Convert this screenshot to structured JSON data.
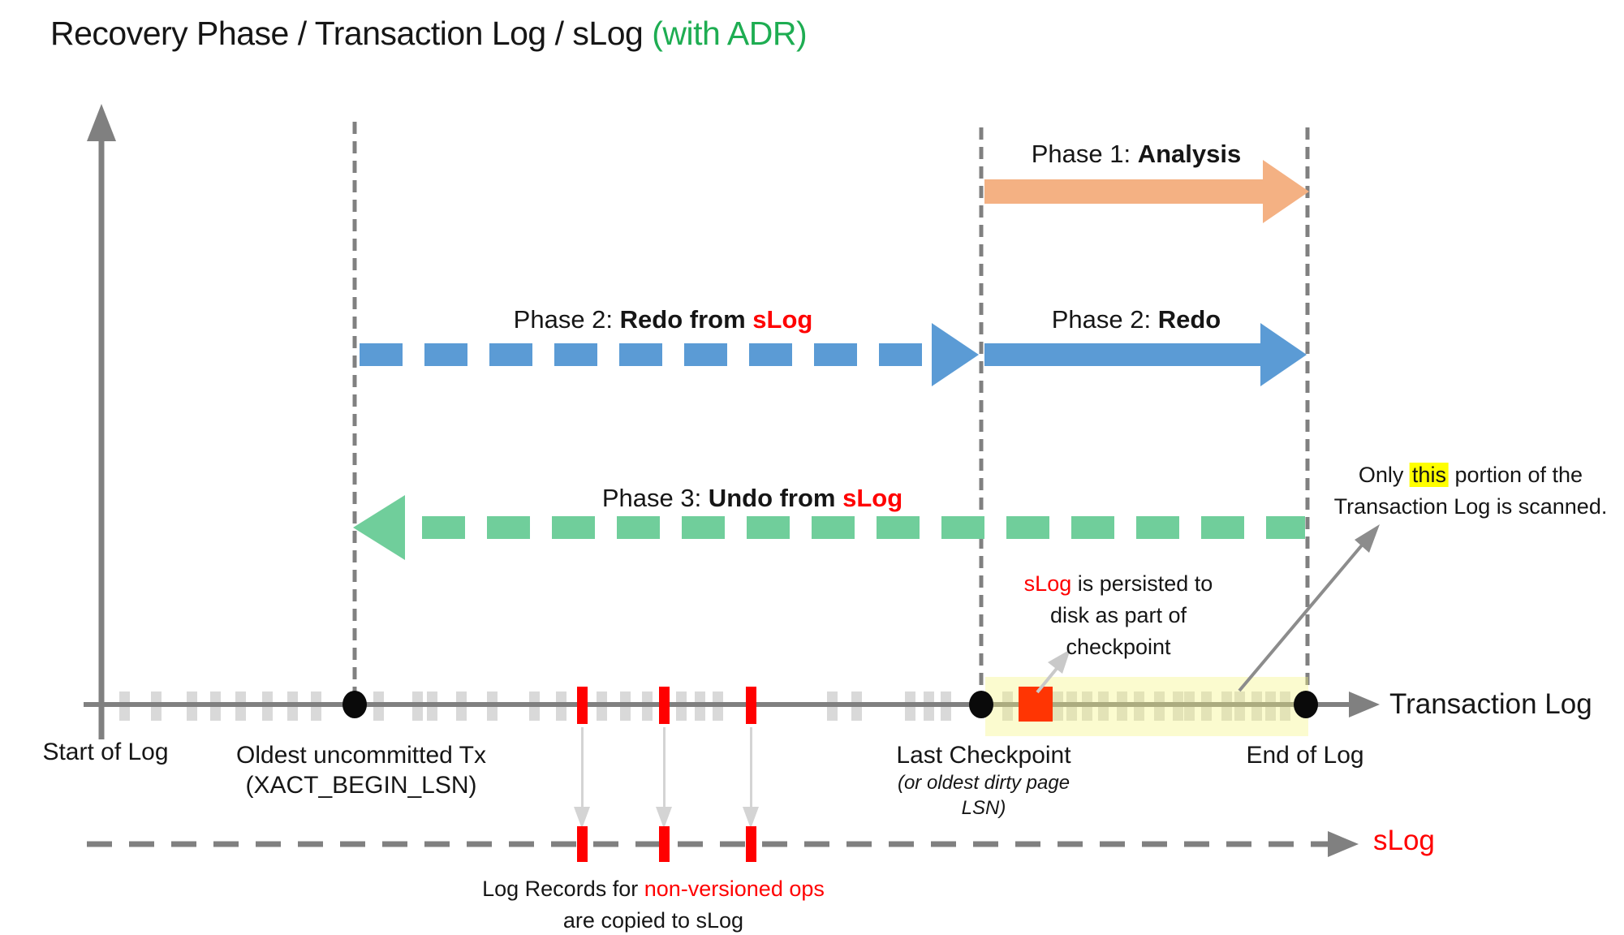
{
  "title": {
    "main": "Recovery Phase / Transaction Log / sLog ",
    "suffix": "(with ADR)"
  },
  "phases": {
    "p1": {
      "prefix": "Phase 1: ",
      "bold": "Analysis"
    },
    "p2_slog": {
      "prefix": "Phase 2: ",
      "bold": "Redo from ",
      "red": "sLog"
    },
    "p2": {
      "prefix": "Phase 2: ",
      "bold": "Redo"
    },
    "p3": {
      "prefix": "Phase 3: ",
      "bold": "Undo from ",
      "red": "sLog"
    }
  },
  "annotations": {
    "scan": {
      "pre": "Only ",
      "highlight": "this",
      "post": " portion of the",
      "line2": "Transaction Log is scanned."
    },
    "persist": {
      "red": "sLog",
      "line1_rest": " is persisted to",
      "line2": "disk as part of",
      "line3": "checkpoint"
    },
    "copy": {
      "line1_pre": "Log Records for ",
      "line1_red": "non-versioned ops",
      "line2": "are copied to sLog"
    }
  },
  "timeline": {
    "start_label": "Start of Log",
    "oldest_tx_label": "Oldest uncommitted Tx",
    "oldest_tx_sub": "(XACT_BEGIN_LSN)",
    "checkpoint_label": "Last Checkpoint",
    "checkpoint_sub1": "(or oldest dirty page",
    "checkpoint_sub2": "LSN)",
    "end_label": "End of Log",
    "axis_label": "Transaction Log",
    "gray_tick_x": [
      153,
      192,
      236,
      265,
      296,
      329,
      360,
      389,
      466,
      514,
      532,
      568,
      606,
      658,
      691,
      741,
      770,
      797,
      839,
      862,
      884,
      1025,
      1055,
      1121,
      1144,
      1165,
      1241,
      1303,
      1320,
      1339,
      1359,
      1382,
      1403,
      1428,
      1451,
      1465,
      1486,
      1511,
      1527,
      1548,
      1565,
      1583
    ],
    "red_tick_x": [
      717,
      818,
      925
    ]
  },
  "slog": {
    "axis_label": "sLog",
    "red_tick_x": [
      717,
      818,
      925
    ]
  },
  "colors": {
    "title_accent_green": "#1EAD52",
    "analysis_orange": "#F4B183",
    "redo_blue": "#5B9BD5",
    "undo_green": "#70CE9B",
    "emphasis_red": "#FF0000",
    "checkpoint_square_red": "#FF3503",
    "scan_band_yellow": "#FAFAD2",
    "highlight_yellow": "#FFFF00",
    "axis_gray": "#808080",
    "tick_gray": "#D9D9D9",
    "scan_arrow_gray": "#8C8C8C",
    "persist_arrow_gray": "#C9C9C9",
    "dot_black": "#0A0A0A"
  }
}
